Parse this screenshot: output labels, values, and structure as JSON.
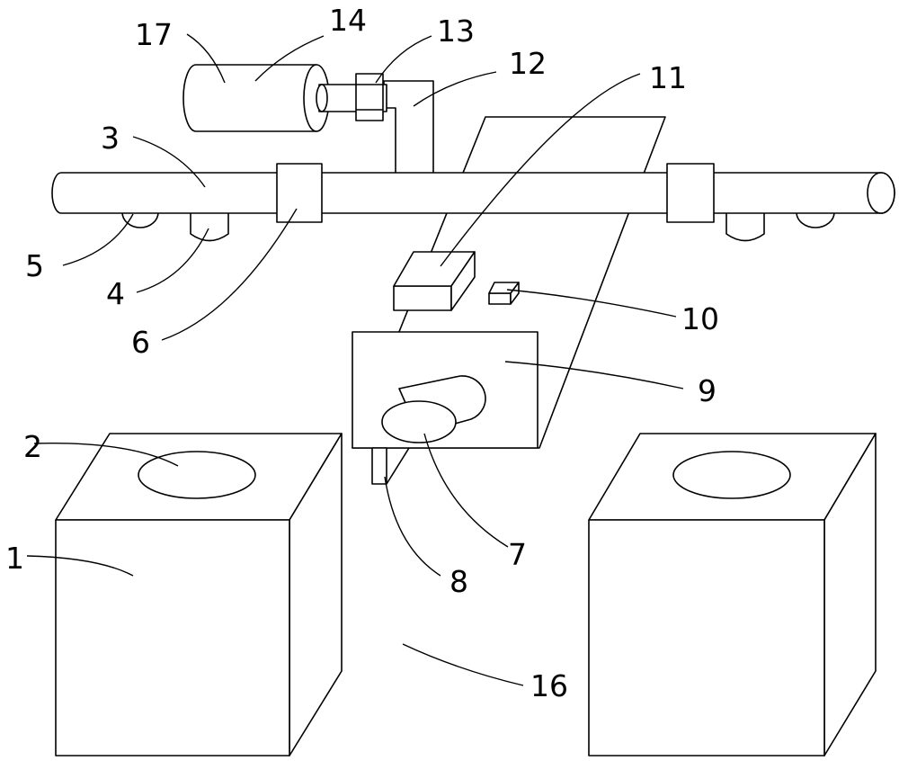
{
  "labels": {
    "l1": "1",
    "l2": "2",
    "l3": "3",
    "l4": "4",
    "l5": "5",
    "l6": "6",
    "l7": "7",
    "l8": "8",
    "l9": "9",
    "l10": "10",
    "l11": "11",
    "l12": "12",
    "l13": "13",
    "l14": "14",
    "l16": "16",
    "l17": "17"
  }
}
